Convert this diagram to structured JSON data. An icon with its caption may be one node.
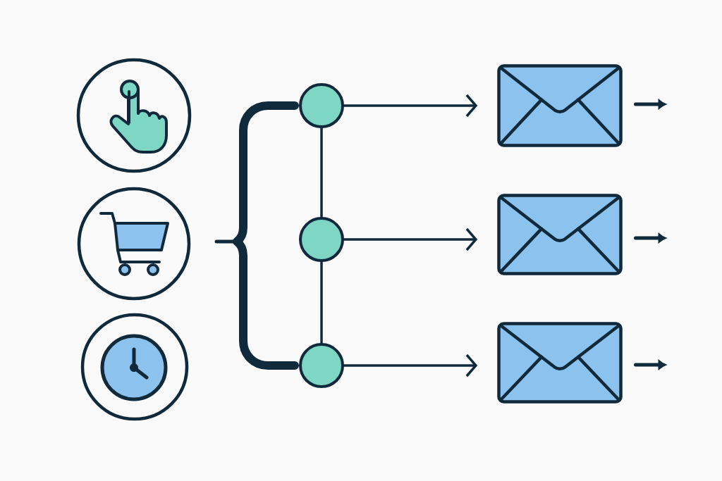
{
  "diagram": {
    "nodes": [
      {
        "text": [],
        "shape": "circle"
      },
      {
        "text": [],
        "shape": "circle"
      },
      {
        "text": [],
        "shape": "circle"
      },
      {
        "text": [],
        "shape": "circle"
      },
      {
        "text": [],
        "shape": "circle"
      },
      {
        "text": [],
        "shape": "circle"
      },
      {
        "text": [],
        "shape": "picture"
      },
      {
        "text": [],
        "shape": "picture"
      },
      {
        "text": [],
        "shape": "picture"
      }
    ],
    "edges": [
      {
        "from": 3,
        "to": 5,
        "arrow": "none",
        "style": "thick"
      },
      {
        "from": 3,
        "to": 4,
        "arrow": "none"
      },
      {
        "from": 4,
        "to": 5,
        "arrow": "none"
      },
      {
        "from": 3,
        "to": 6,
        "arrow": "to"
      },
      {
        "from": 4,
        "to": 7,
        "arrow": "to"
      },
      {
        "from": 5,
        "to": 8,
        "arrow": "to"
      }
    ]
  }
}
